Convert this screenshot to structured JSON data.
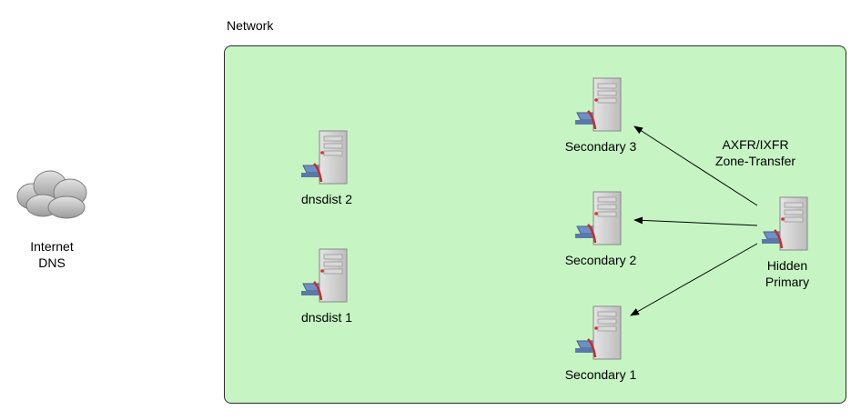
{
  "network": {
    "label": "Network"
  },
  "internet": {
    "label": "Internet\nDNS"
  },
  "nodes": {
    "dnsdist2": "dnsdist 2",
    "dnsdist1": "dnsdist 1",
    "secondary3": "Secondary 3",
    "secondary2": "Secondary 2",
    "secondary1": "Secondary 1",
    "hidden_primary": "Hidden\nPrimary"
  },
  "edge_label": "AXFR/IXFR\nZone-Transfer",
  "colors": {
    "network_fill": "#c6f5c3",
    "edge": "#000000"
  }
}
